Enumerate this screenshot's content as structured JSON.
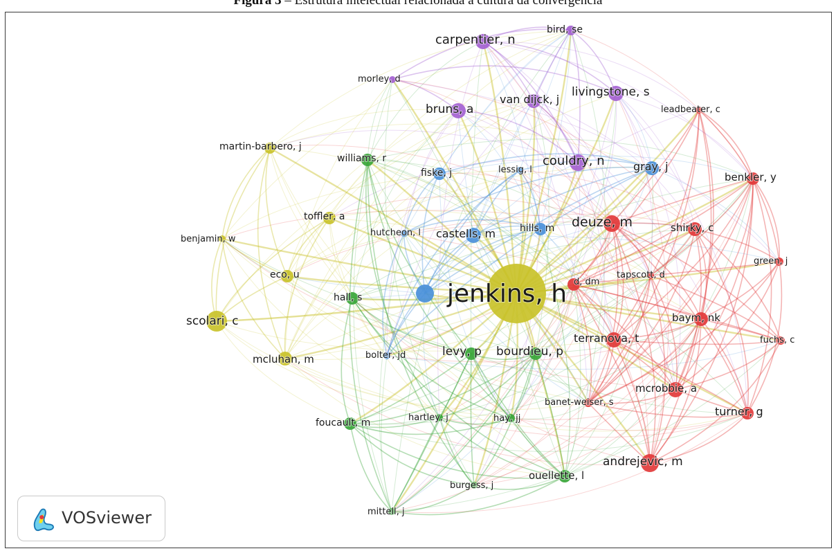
{
  "caption": {
    "prefix": "Figura 3",
    "text": "Estrutura intelectual relacionada à cultura da convergência"
  },
  "logo": {
    "text": "VOSviewer",
    "icon": "vosviewer-logo-icon"
  },
  "cluster_colors": {
    "yellow": "#c9c22a",
    "green": "#3aa63a",
    "blue": "#4a90d9",
    "purple": "#a461d1",
    "red": "#e23a3a"
  },
  "nodes": [
    {
      "label": "jenkins, h",
      "cluster": "yellow",
      "weight": 10
    },
    {
      "label": "scolari, c",
      "cluster": "yellow",
      "weight": 3
    },
    {
      "label": "mcluhan, m",
      "cluster": "yellow",
      "weight": 2
    },
    {
      "label": "eco, u",
      "cluster": "yellow",
      "weight": 2
    },
    {
      "label": "toffler, a",
      "cluster": "yellow",
      "weight": 2
    },
    {
      "label": "martin-barbero, j",
      "cluster": "yellow",
      "weight": 2
    },
    {
      "label": "benjamin, w",
      "cluster": "yellow",
      "weight": 1
    },
    {
      "label": "williams, r",
      "cluster": "green",
      "weight": 2
    },
    {
      "label": "hall, s",
      "cluster": "green",
      "weight": 2
    },
    {
      "label": "foucault, m",
      "cluster": "green",
      "weight": 2
    },
    {
      "label": "levy, p",
      "cluster": "green",
      "weight": 2
    },
    {
      "label": "bourdieu, p",
      "cluster": "green",
      "weight": 2
    },
    {
      "label": "hartley, j",
      "cluster": "green",
      "weight": 1
    },
    {
      "label": "hay, jj",
      "cluster": "green",
      "weight": 1
    },
    {
      "label": "ouellette, l",
      "cluster": "green",
      "weight": 2
    },
    {
      "label": "burgess, j",
      "cluster": "green",
      "weight": 1
    },
    {
      "label": "mittell, j",
      "cluster": "green",
      "weight": 1
    },
    {
      "label": "castells, m",
      "cluster": "blue",
      "weight": 2
    },
    {
      "label": "fiske, j",
      "cluster": "blue",
      "weight": 2
    },
    {
      "label": "lessig, l",
      "cluster": "blue",
      "weight": 1
    },
    {
      "label": "gray, j",
      "cluster": "blue",
      "weight": 2
    },
    {
      "label": "hills, m",
      "cluster": "blue",
      "weight": 2
    },
    {
      "label": "hutcheon, l",
      "cluster": "blue",
      "weight": 1
    },
    {
      "label": "bolter, jd",
      "cluster": "blue",
      "weight": 1
    },
    {
      "label": "",
      "cluster": "blue",
      "weight": 3
    },
    {
      "label": "carpentier, n",
      "cluster": "purple",
      "weight": 2
    },
    {
      "label": "bird, se",
      "cluster": "purple",
      "weight": 1
    },
    {
      "label": "morley, d",
      "cluster": "purple",
      "weight": 1
    },
    {
      "label": "van dijck, j",
      "cluster": "purple",
      "weight": 2
    },
    {
      "label": "livingstone, s",
      "cluster": "purple",
      "weight": 2
    },
    {
      "label": "bruns, a",
      "cluster": "purple",
      "weight": 2
    },
    {
      "label": "couldry, n",
      "cluster": "purple",
      "weight": 3
    },
    {
      "label": "leadbeater, c",
      "cluster": "red",
      "weight": 1
    },
    {
      "label": "benkler, y",
      "cluster": "red",
      "weight": 2
    },
    {
      "label": "deuze, m",
      "cluster": "red",
      "weight": 3
    },
    {
      "label": "shirky, c",
      "cluster": "red",
      "weight": 2
    },
    {
      "label": "green, j",
      "cluster": "red",
      "weight": 1
    },
    {
      "label": "tapscott, d",
      "cluster": "red",
      "weight": 1
    },
    {
      "label": "d, dm",
      "cluster": "red",
      "weight": 2
    },
    {
      "label": "baym, nk",
      "cluster": "red",
      "weight": 2
    },
    {
      "label": "fuchs, c",
      "cluster": "red",
      "weight": 1
    },
    {
      "label": "terranova, t",
      "cluster": "red",
      "weight": 2
    },
    {
      "label": "mcrobbie, a",
      "cluster": "red",
      "weight": 2
    },
    {
      "label": "banet-weiser, s",
      "cluster": "red",
      "weight": 1
    },
    {
      "label": "turner, g",
      "cluster": "red",
      "weight": 2
    },
    {
      "label": "andrejevic, m",
      "cluster": "red",
      "weight": 3
    }
  ]
}
